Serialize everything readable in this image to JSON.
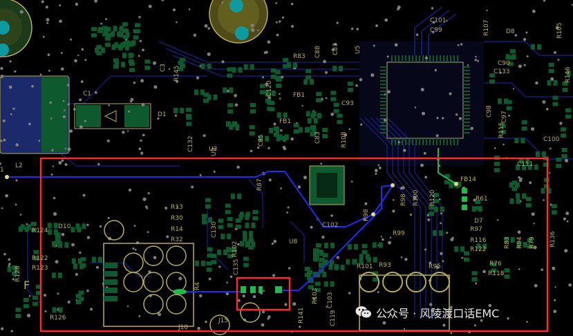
{
  "colors": {
    "background": "#000000",
    "board_dark": "#0b0b1e",
    "pad_green": "#0e5a2e",
    "pad_green_light": "#22b94a",
    "silkscreen": "#b8ae52",
    "trace_blue": "#1a2aa8",
    "trace_bright": "#1e2cf0",
    "highlight_red": "#ff2a2a",
    "vias": "#7f7f7f"
  },
  "designators": {
    "l2": "L2",
    "l1_partial": "1",
    "c1": "C1",
    "d1": "D1",
    "c3": "C3",
    "r145": "R145",
    "r83": "R83",
    "c88": "C88",
    "c87": "C87",
    "u5": "U5",
    "c101": "C101",
    "c99": "C99",
    "r107": "R107",
    "d8": "D8",
    "r105": "R105",
    "c90": "C90",
    "c133": "C133",
    "r146": "R146",
    "fb1_top": "FB1",
    "fb1": "FB1",
    "c93": "C93",
    "c98": "C98",
    "c97": "C97",
    "r115": "R115",
    "c100": "C100",
    "c111": "C111",
    "r108": "R108",
    "c83": "C83",
    "c85": "C85",
    "u3": "U3",
    "c132": "C132",
    "c120": "C120",
    "fb14": "FB14",
    "r61": "R61",
    "r120": "R120",
    "r100": "R100",
    "r98": "R98",
    "r98b": "R98",
    "c102": "C102",
    "r87": "R87",
    "r13": "R13",
    "r30": "R30",
    "r14": "R14",
    "r32": "R32",
    "c130": "C130",
    "r102": "R102",
    "c135": "C135",
    "r124": "R124",
    "d10": "D10",
    "r123": "R123",
    "r122_left": "R122",
    "r126": "R126",
    "r128": "R128",
    "r99": "R99",
    "r101": "R101",
    "r93": "R93",
    "r95": "R95",
    "r103": "R103",
    "c103": "C103",
    "c119": "C119",
    "r141": "R141",
    "r97": "R97",
    "r116": "R116",
    "r122": "R122",
    "r118": "R118",
    "r76": "R76",
    "r83b": "R83",
    "r94": "R94",
    "r79": "R79",
    "r136": "R136",
    "d7": "D7",
    "j10": "J10",
    "j15": "J15",
    "r4": "R4",
    "f": "F",
    "u9": "U9",
    "u8": "U8"
  },
  "watermark": {
    "text": "公众号 · 风陵渡口话EMC",
    "icon": "wechat-icon"
  },
  "highlight": {
    "outer_box": "region-of-interest",
    "inner_box": "filter-components"
  }
}
